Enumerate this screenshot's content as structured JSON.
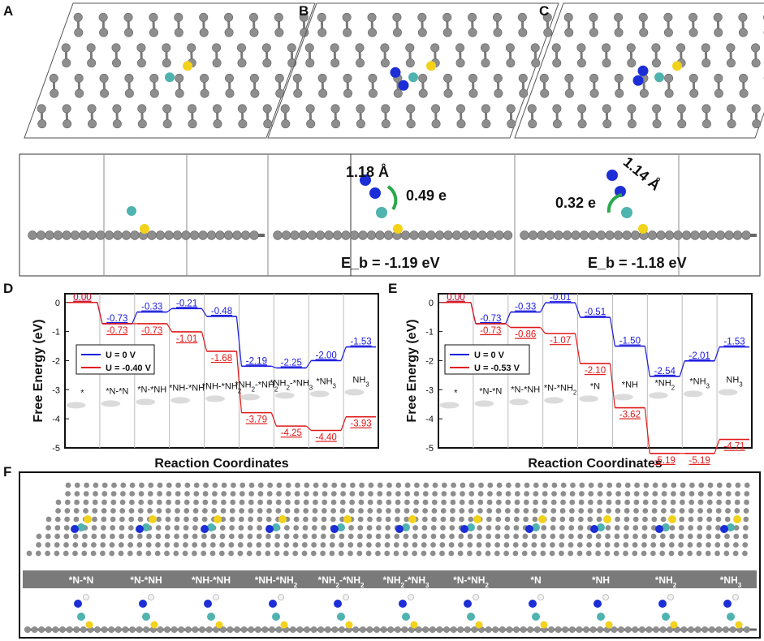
{
  "panel_labels": [
    "A",
    "B",
    "C",
    "D",
    "E",
    "F"
  ],
  "structure_annotations": {
    "b_bond": "1.18 Å",
    "b_charge": "0.49 e",
    "b_eb": "E_b = -1.19 eV",
    "c_bond": "1.14 Å",
    "c_charge": "0.32 e",
    "c_eb": "E_b = -1.18 eV"
  },
  "colors": {
    "u0": "#1a1adf",
    "uneg": "#e01919",
    "carbon": "#8e8e8e",
    "metal": "#4fb3b0",
    "sulfur": "#f2d21a",
    "nitrogen": "#1c2ed6",
    "hydrogen": "#f2f2f2",
    "band": "#7a7a7a"
  },
  "strip_labels": [
    "*N-*N",
    "*N-*NH",
    "*NH-*NH",
    "*NH-*NH2",
    "*NH2-*NH2",
    "*NH2-*NH3",
    "*N-*NH2",
    "*N",
    "*NH",
    "*NH2",
    "*NH3"
  ],
  "chart_data": [
    {
      "type": "line",
      "panel": "D",
      "xlabel": "Reaction Coordinates",
      "ylabel": "Free Energy (eV)",
      "ylim": [
        -5,
        0.3
      ],
      "yticks": [
        0,
        -1,
        -2,
        -3,
        -4,
        -5
      ],
      "categories": [
        "*",
        "*N-*N",
        "*N-*NH",
        "*NH-*NH",
        "*NH-*NH2",
        "*NH2-*NH2",
        "*NH2-*NH3",
        "*NH3",
        "NH3"
      ],
      "series": [
        {
          "name": "U = 0 V",
          "values": [
            0.0,
            -0.73,
            -0.33,
            -0.21,
            -0.48,
            -2.19,
            -2.25,
            -2.0,
            -1.53
          ]
        },
        {
          "name": "U = -0.40 V",
          "values": [
            0.0,
            -0.73,
            -0.73,
            -1.01,
            -1.68,
            -3.79,
            -4.25,
            -4.4,
            -3.93
          ]
        }
      ],
      "legend": "left"
    },
    {
      "type": "line",
      "panel": "E",
      "xlabel": "Reaction Coordinates",
      "ylabel": "Free Energy (eV)",
      "ylim": [
        -5,
        0.3
      ],
      "yticks": [
        0,
        -1,
        -2,
        -3,
        -4,
        -5
      ],
      "categories": [
        "*",
        "*N-*N",
        "*N-*NH",
        "*N-*NH2",
        "*N",
        "*NH",
        "*NH2",
        "*NH3",
        "NH3"
      ],
      "series": [
        {
          "name": "U = 0 V",
          "values": [
            0.0,
            -0.73,
            -0.33,
            -0.01,
            -0.51,
            -1.5,
            -2.54,
            -2.01,
            -1.53
          ]
        },
        {
          "name": "U = -0.53 V",
          "values": [
            0.0,
            -0.73,
            -0.86,
            -1.07,
            -2.1,
            -3.62,
            -5.19,
            -5.19,
            -4.71
          ]
        }
      ],
      "legend": "left"
    }
  ]
}
